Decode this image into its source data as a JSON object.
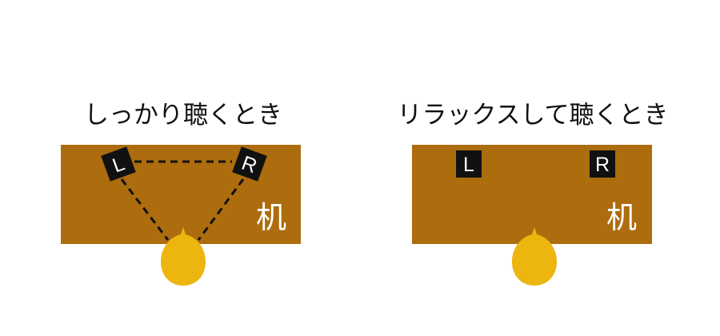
{
  "colors": {
    "desk": "#ad6d0e",
    "speaker": "#111111",
    "listener": "#ecb60f",
    "line": "#111111",
    "text": "#111111",
    "desk_text": "#ffffff"
  },
  "panels": [
    {
      "title": "しっかり聴くとき",
      "desk_label": "机",
      "left_speaker": "L",
      "right_speaker": "R",
      "speaker_arrangement": "angled toward listener",
      "listening_triangle": true
    },
    {
      "title": "リラックスして聴くとき",
      "desk_label": "机",
      "left_speaker": "L",
      "right_speaker": "R",
      "speaker_arrangement": "facing forward",
      "listening_triangle": false
    }
  ]
}
